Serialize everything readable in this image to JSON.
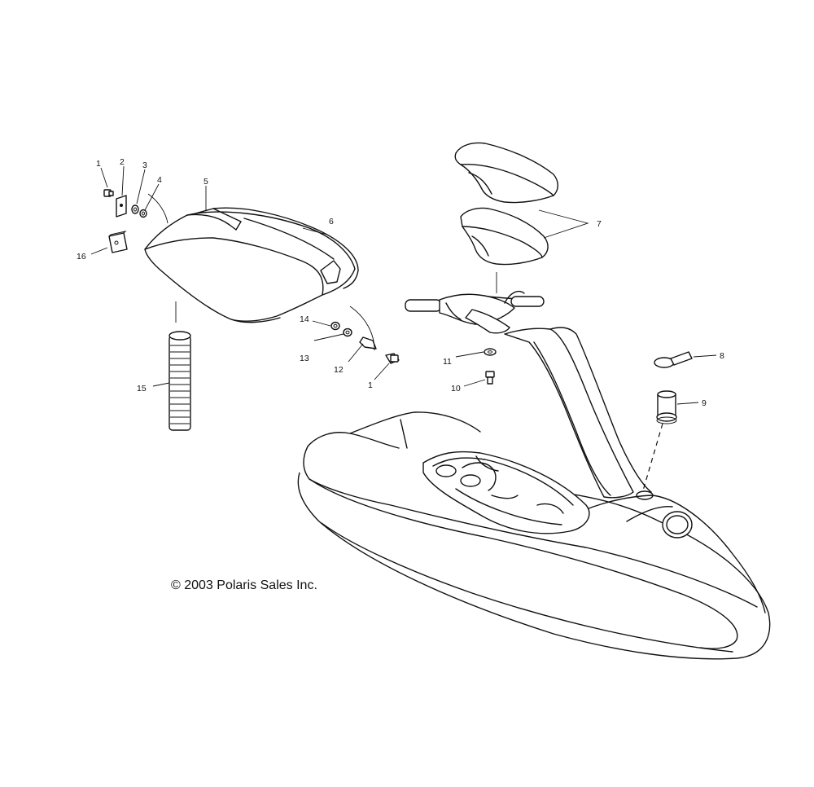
{
  "copyright": "© 2003 Polaris Sales Inc.",
  "callouts": [
    {
      "id": "c1a",
      "label": "1"
    },
    {
      "id": "c2",
      "label": "2"
    },
    {
      "id": "c3",
      "label": "3"
    },
    {
      "id": "c4",
      "label": "4"
    },
    {
      "id": "c5",
      "label": "5"
    },
    {
      "id": "c6",
      "label": "6"
    },
    {
      "id": "c7",
      "label": "7"
    },
    {
      "id": "c8",
      "label": "8"
    },
    {
      "id": "c9",
      "label": "9"
    },
    {
      "id": "c10",
      "label": "10"
    },
    {
      "id": "c11",
      "label": "11"
    },
    {
      "id": "c12",
      "label": "12"
    },
    {
      "id": "c1b",
      "label": "1"
    },
    {
      "id": "c13",
      "label": "13"
    },
    {
      "id": "c14",
      "label": "14"
    },
    {
      "id": "c15",
      "label": "15"
    },
    {
      "id": "c16",
      "label": "16"
    }
  ]
}
